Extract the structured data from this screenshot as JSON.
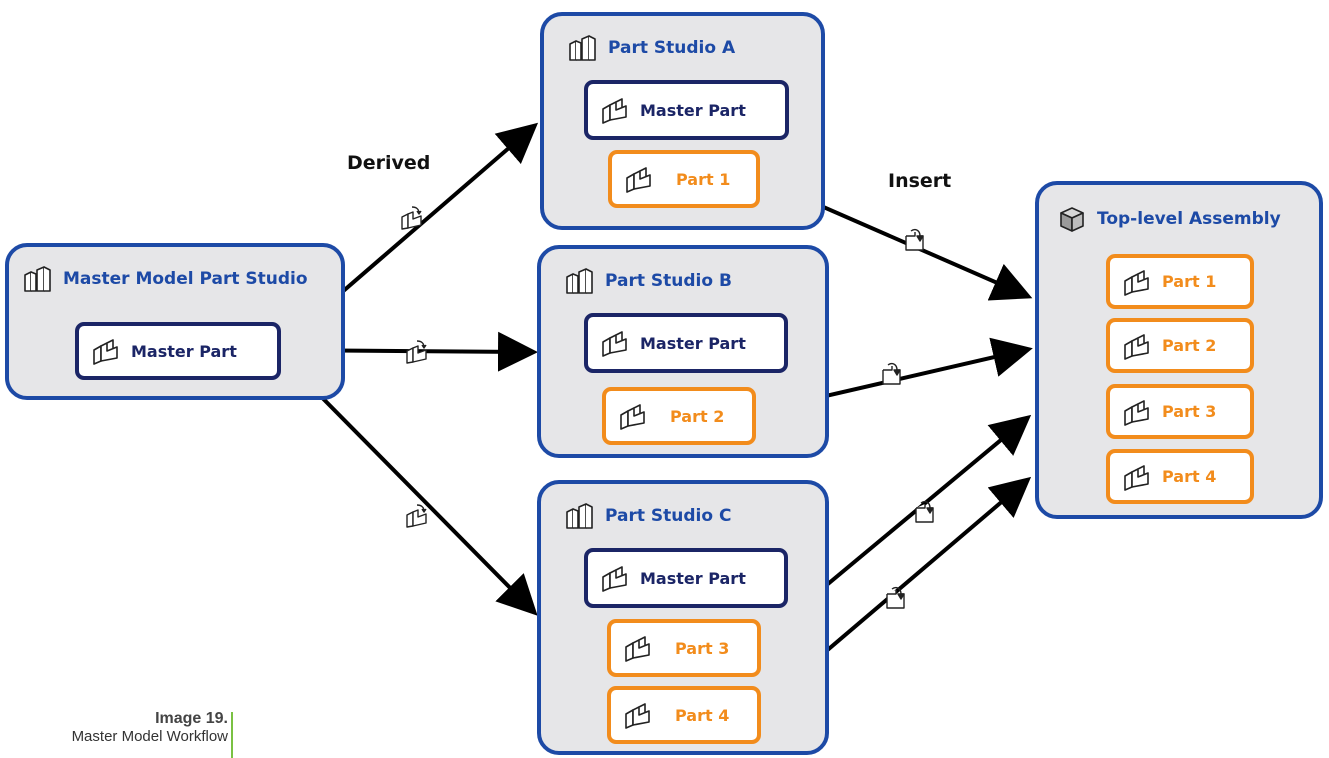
{
  "labels": {
    "derived": "Derived",
    "insert": "Insert"
  },
  "master_studio": {
    "title": "Master Model Part Studio",
    "part": "Master Part"
  },
  "studio_a": {
    "title": "Part Studio A",
    "master": "Master Part",
    "parts": [
      "Part 1"
    ]
  },
  "studio_b": {
    "title": "Part Studio B",
    "master": "Master Part",
    "parts": [
      "Part 2"
    ]
  },
  "studio_c": {
    "title": "Part Studio C",
    "master": "Master Part",
    "parts": [
      "Part 3",
      "Part 4"
    ]
  },
  "assembly": {
    "title": "Top-level Assembly",
    "parts": [
      "Part 1",
      "Part 2",
      "Part 3",
      "Part 4"
    ]
  },
  "caption": {
    "number": "Image 19.",
    "text": "Master Model Workflow"
  },
  "colors": {
    "studio_border": "#1d4aa6",
    "studio_fill": "#e6e6e8",
    "master_border": "#1b2566",
    "part_border": "#f28c1c",
    "arrow": "#000000"
  },
  "icons": {
    "studio": "part-studio-icon",
    "part": "part-icon",
    "assembly": "assembly-icon",
    "derived": "derived-icon",
    "insert": "insert-icon"
  }
}
